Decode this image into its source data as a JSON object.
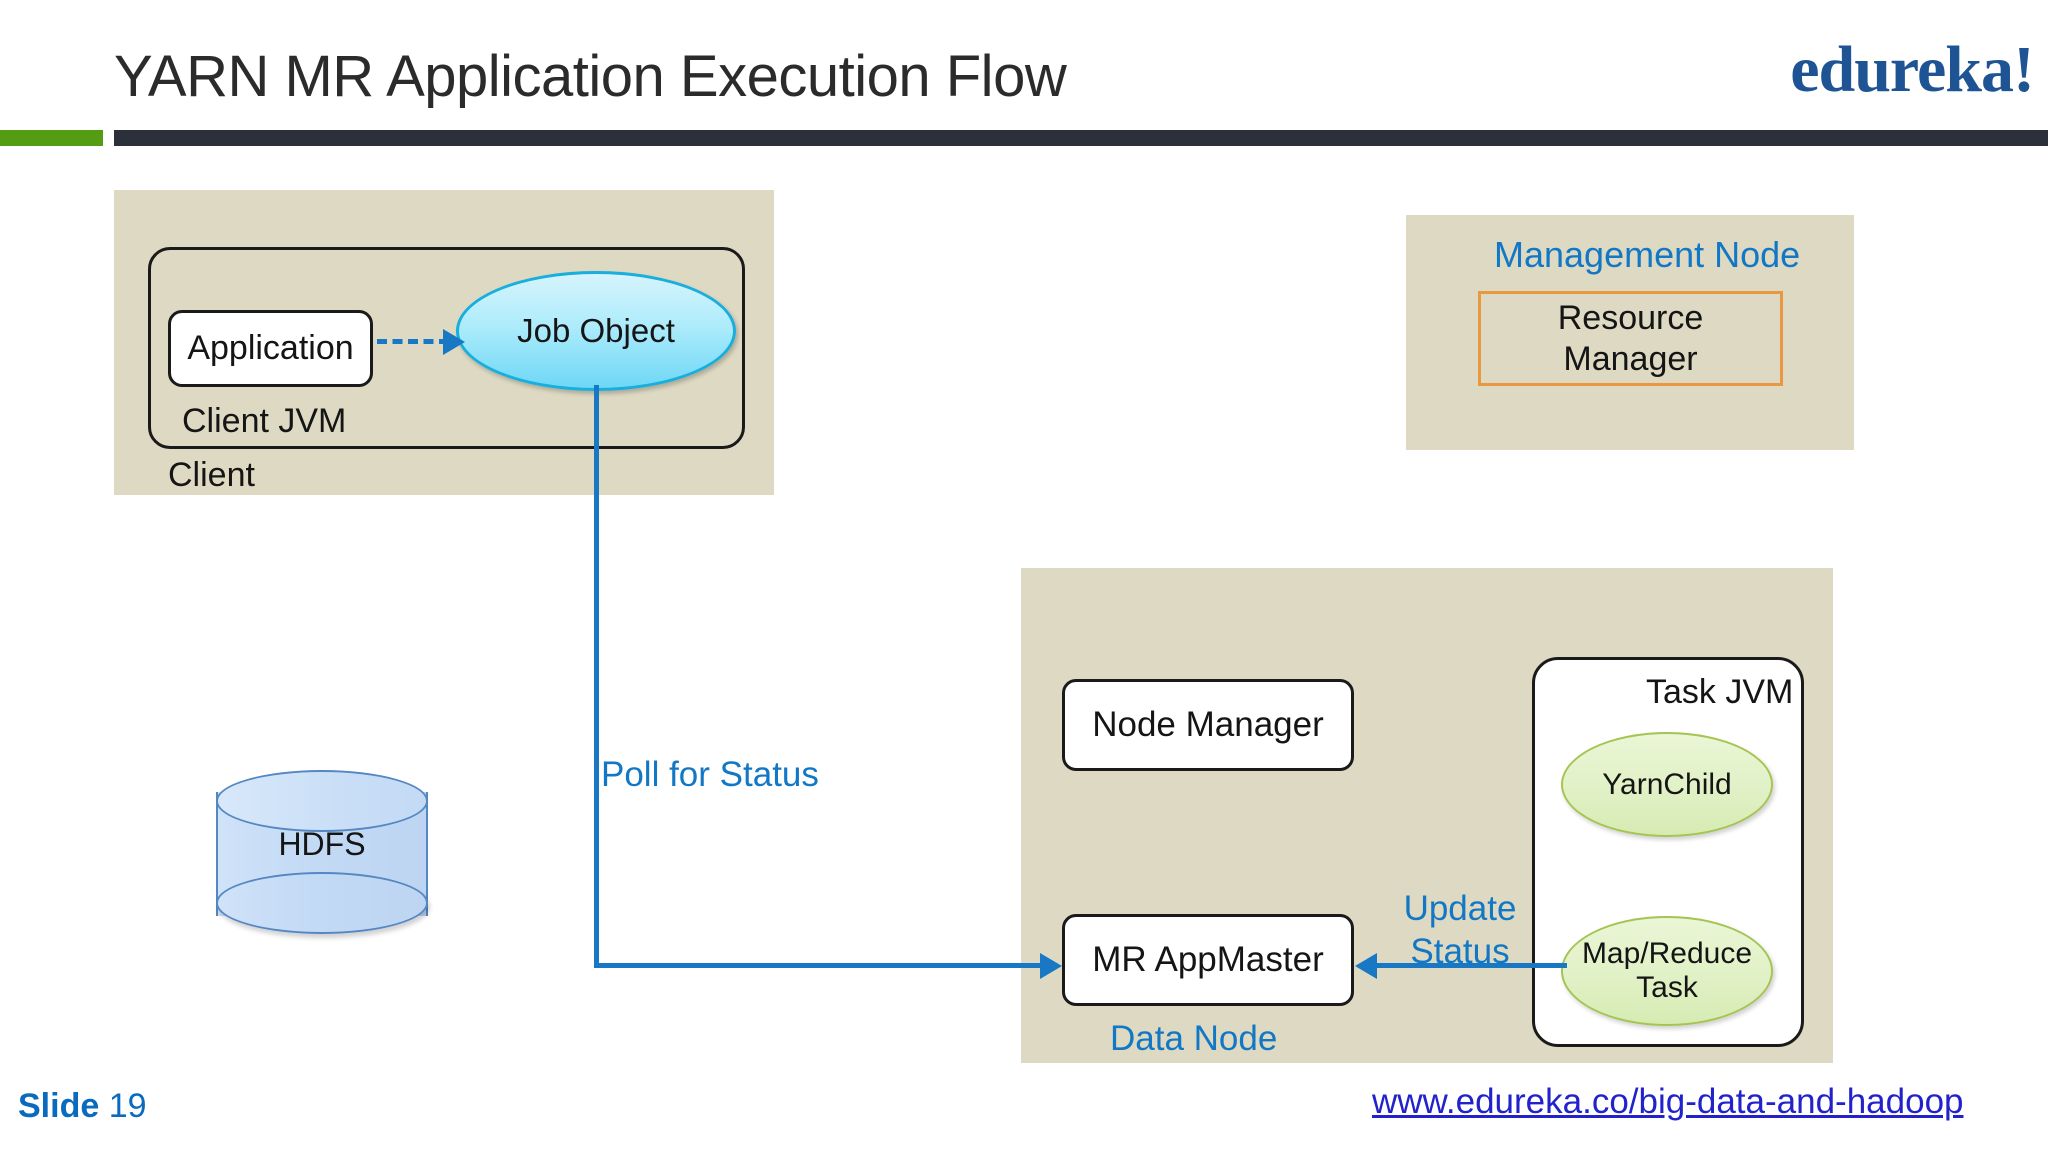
{
  "header": {
    "title": "YARN MR Application Execution Flow",
    "logo": "edureka!",
    "accent_green": "#549c12",
    "accent_dark": "#2b303a",
    "logo_color": "#1e5494"
  },
  "diagram": {
    "client_region": {
      "label": "Client",
      "jvm_label": "Client JVM",
      "application_box": "Application",
      "job_object": "Job Object",
      "panel_color": "#ddd9c3"
    },
    "management_region": {
      "label": "Management Node",
      "resource_manager": "Resource\nManager",
      "resource_manager_line1": "Resource",
      "resource_manager_line2": "Manager",
      "border_color": "#e89840",
      "label_color": "#1277c4"
    },
    "data_region": {
      "label": "Data Node",
      "node_manager": "Node Manager",
      "mr_appmaster": "MR AppMaster",
      "task_jvm": "Task JVM",
      "yarn_child": "YarnChild",
      "map_reduce_task_line1": "Map/Reduce",
      "map_reduce_task_line2": "Task",
      "label_color": "#1277c4"
    },
    "storage": {
      "hdfs": "HDFS",
      "fill_color": "#c3daf5",
      "border_color": "#5587c3"
    },
    "connectors": {
      "poll_for_status": "Poll for Status",
      "update_status_line1": "Update",
      "update_status_line2": "Status",
      "line_color": "#1878c4"
    }
  },
  "footer": {
    "slide_word": "Slide",
    "slide_number": "19",
    "url": "www.edureka.co/big-data-and-hadoop",
    "slide_color": "#0a6bbe",
    "url_color": "#2222cc"
  }
}
